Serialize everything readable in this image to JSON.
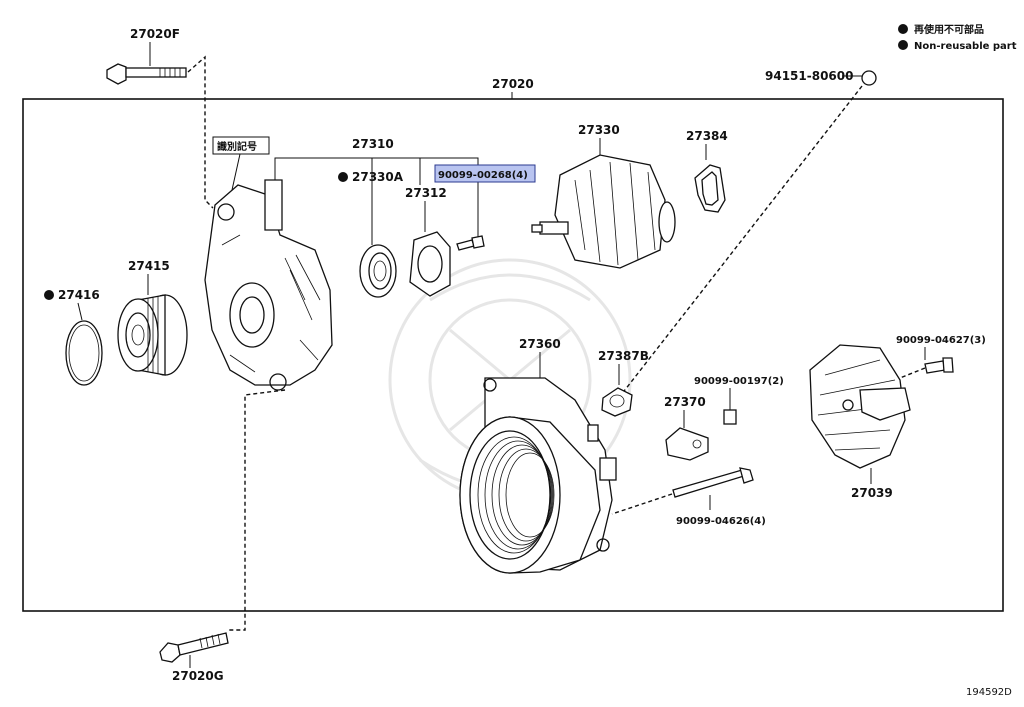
{
  "legend": {
    "reusable_jp": "再使用不可部品",
    "reusable_en": "Non-reusable part",
    "dot_color": "#111111"
  },
  "highlight_color": "#b9c4f0",
  "parts": {
    "p27020F": "27020F",
    "p27020": "27020",
    "p27020G": "27020G",
    "p94151": "94151-80600",
    "p27310": "27310",
    "p27330A": "27330A",
    "p27312": "27312",
    "p90099_00268": "90099-00268(4)",
    "p27330": "27330",
    "p27384": "27384",
    "p27415": "27415",
    "p27416": "27416",
    "p27360": "27360",
    "p27387B": "27387B",
    "p90099_00197": "90099-00197(2)",
    "p27370": "27370",
    "p90099_04626": "90099-04626(4)",
    "p90099_04627": "90099-04627(3)",
    "p27039": "27039",
    "ident_mark": "識別記号"
  },
  "diagram_id": "194592D"
}
